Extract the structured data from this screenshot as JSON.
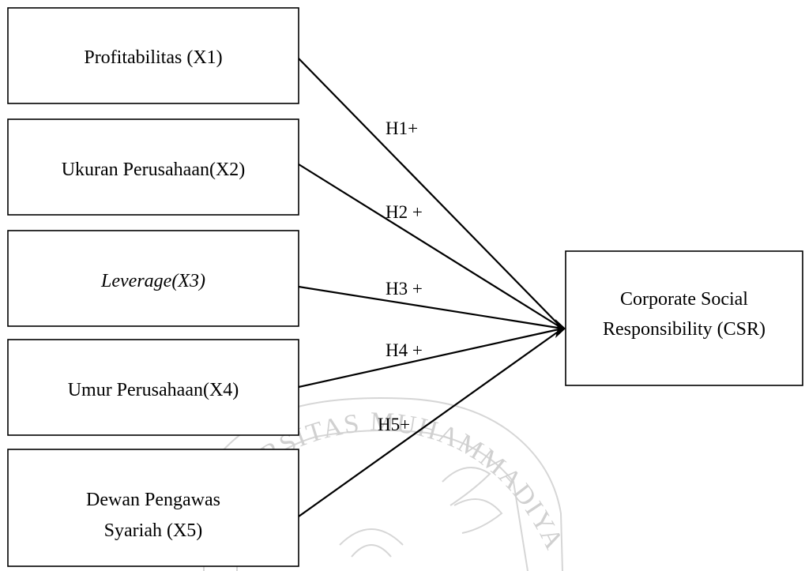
{
  "diagram": {
    "nodes": {
      "x1": {
        "label": "Profitabilitas (X1)"
      },
      "x2": {
        "label": "Ukuran Perusahaan(X2)"
      },
      "x3": {
        "label": "Leverage(X3)",
        "italic": true
      },
      "x4": {
        "label": "Umur Perusahaan(X4)"
      },
      "x5": {
        "line1": "Dewan Pengawas",
        "line2": "Syariah (X5)"
      },
      "y": {
        "line1": "Corporate Social",
        "line2": "Responsibility (CSR)"
      }
    },
    "edges": {
      "h1": "H1+",
      "h2": "H2 +",
      "h3": "H3 +",
      "h4": "H4 +",
      "h5": "H5+"
    }
  },
  "watermark": {
    "text": "UNIVERSITAS MUHAMMADIYAH",
    "emblem": "university-seal"
  },
  "colors": {
    "stroke": "#000000",
    "background": "#ffffff",
    "watermark": "#d6d6d6"
  }
}
